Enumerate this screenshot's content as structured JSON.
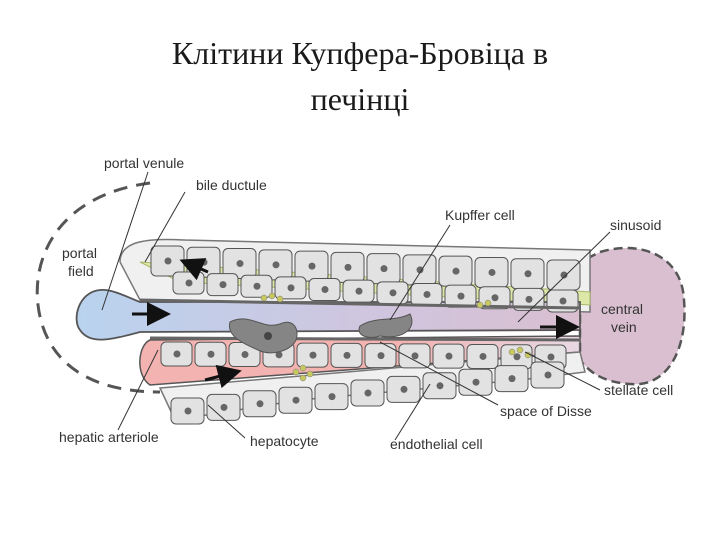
{
  "slide": {
    "title_line1": "Клітини Купфера-Бровіца в",
    "title_line2": "печінці"
  },
  "diagram": {
    "labels": {
      "portal_venule": "portal venule",
      "bile_ductule": "bile ductule",
      "portal_field_1": "portal",
      "portal_field_2": "field",
      "kupffer_cell": "Kupffer cell",
      "sinusoid": "sinusoid",
      "central_vein_1": "central",
      "central_vein_2": "vein",
      "stellate_cell": "stellate cell",
      "space_of_disse": "space of Disse",
      "hepatic_arteriole": "hepatic arteriole",
      "hepatocyte": "hepatocyte",
      "endothelial_cell": "endothelial cell"
    },
    "colors": {
      "portal_blood": "#b9d3ee",
      "bile": "#dde8a8",
      "arterial": "#f3b3b0",
      "central_vein": "#d9bfd0",
      "hepatocyte": "#e2e2e2",
      "nucleus": "#666666",
      "kupffer": "#808080",
      "outline": "#555555"
    }
  }
}
